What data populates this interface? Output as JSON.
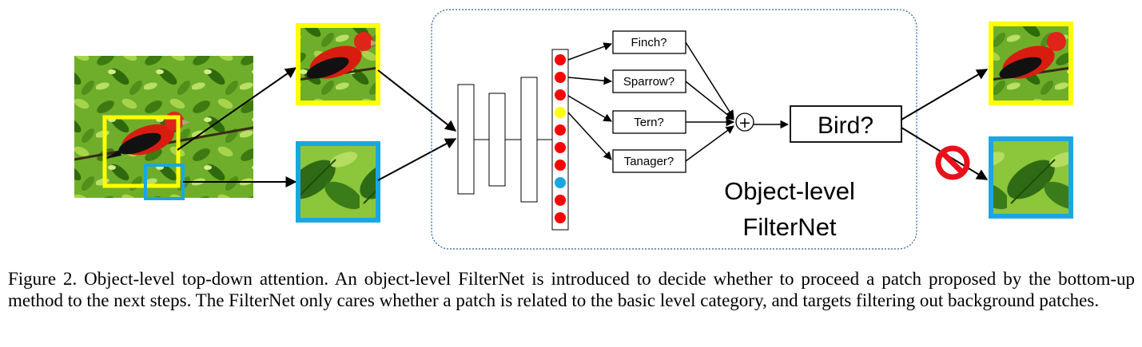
{
  "figure": {
    "class_candidates": [
      "Finch?",
      "Sparrow?",
      "Tern?",
      "Tanager?"
    ],
    "combine_symbol": "+",
    "decision_label": "Bird?",
    "module_label_line1": "Object-level",
    "module_label_line2": "FilterNet",
    "feature_vector_colors": [
      "#ff0000",
      "#ff0000",
      "#ff0000",
      "#ffff00",
      "#ff0000",
      "#ff0000",
      "#ff0000",
      "#1aa7e0",
      "#ff0000",
      "#ff0000"
    ],
    "colors": {
      "object_patch_border": "#ffff00",
      "background_patch_border": "#1aa7e0",
      "reject_sign": "#e8101a",
      "frame_border": "#1f5f9e"
    }
  },
  "caption": {
    "text": "Figure 2. Object-level top-down attention.  An object-level FilterNet is introduced to decide whether to proceed a patch proposed by the bottom-up method to the next steps. The FilterNet only cares whether a patch is related to the basic level category, and targets filtering out background patches."
  }
}
